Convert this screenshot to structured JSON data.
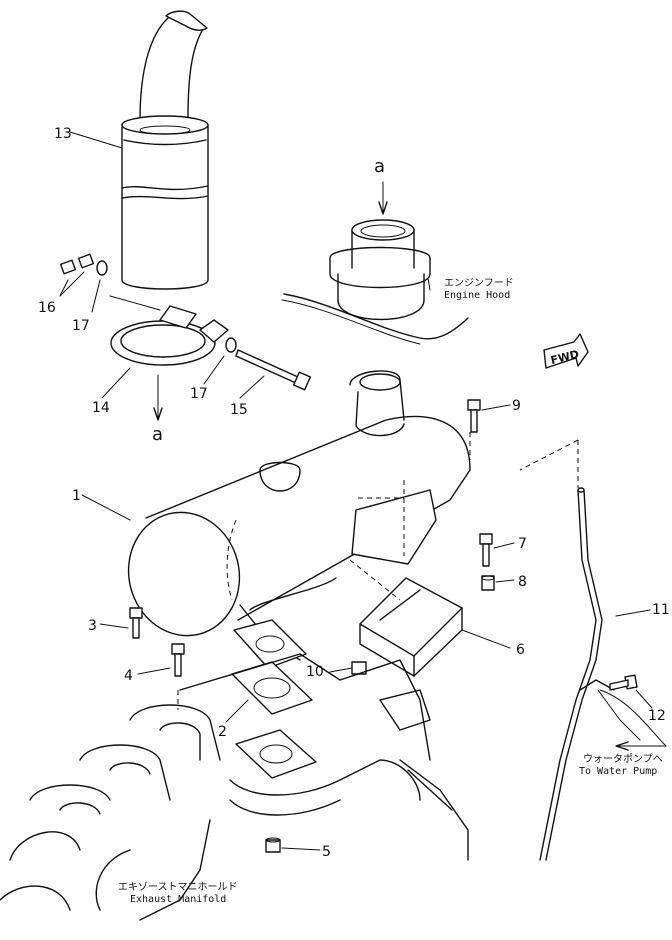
{
  "callouts": {
    "p1": "1",
    "p2": "2",
    "p3": "3",
    "p4": "4",
    "p5": "5",
    "p6": "6",
    "p7": "7",
    "p8": "8",
    "p9": "9",
    "p10": "10",
    "p11": "11",
    "p12": "12",
    "p13": "13",
    "p14": "14",
    "p15": "15",
    "p16": "16",
    "p17a": "17",
    "p17b": "17"
  },
  "view_marker": {
    "top": "a",
    "bottom": "a"
  },
  "captions": {
    "engine_hood_jp": "エンジンフード",
    "engine_hood_en": "Engine Hood",
    "water_pump_jp": "ウォータポンプへ",
    "water_pump_en": "To Water Pump",
    "exhaust_manifold_jp": "エキゾーストマニホールド",
    "exhaust_manifold_en": "Exhaust Manifold"
  },
  "direction_badge": "FWD"
}
